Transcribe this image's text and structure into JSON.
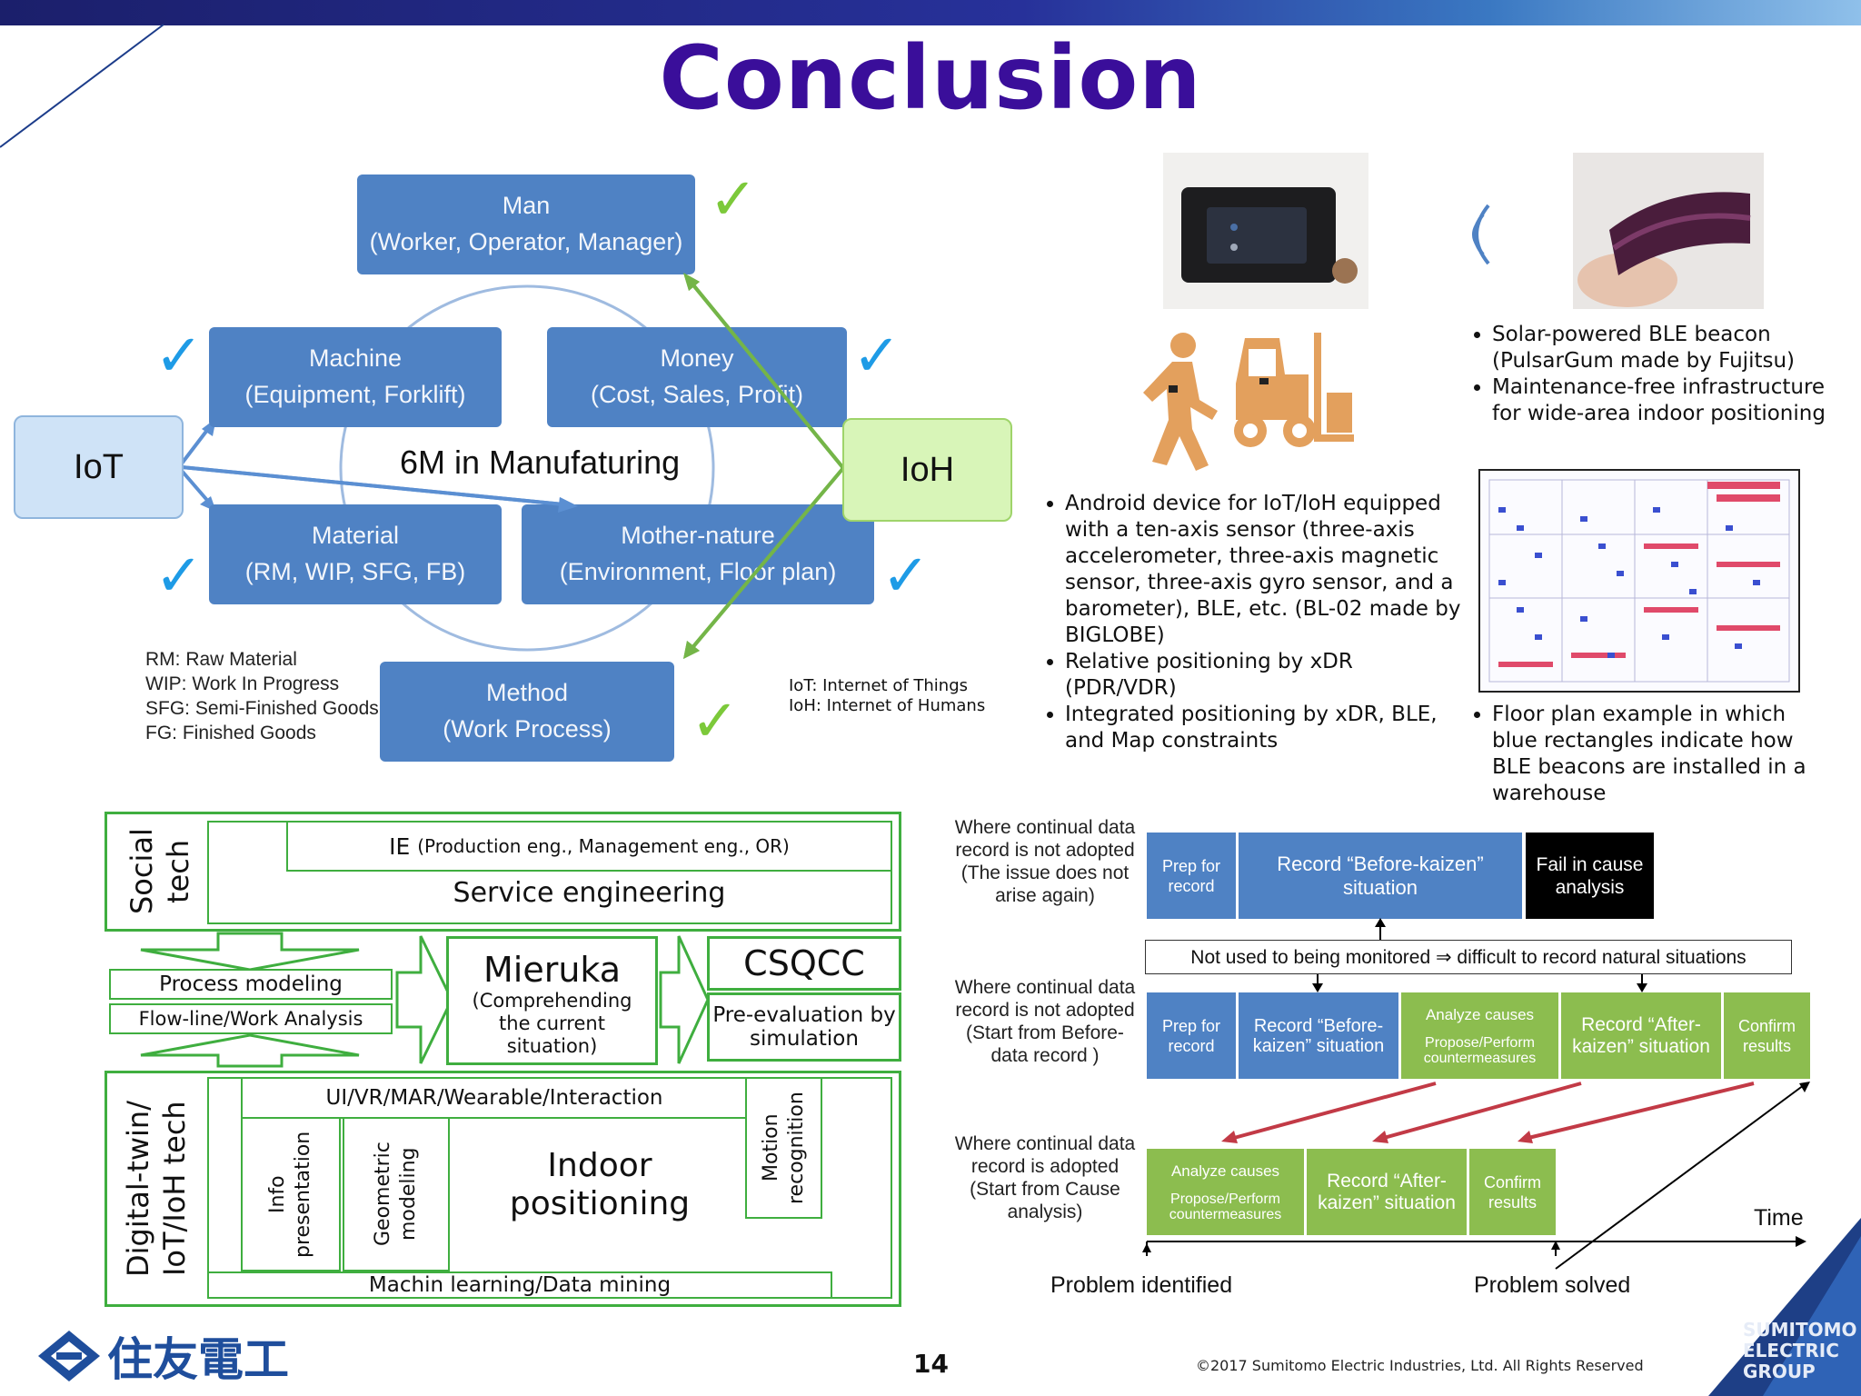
{
  "slide": {
    "title": "Conclusion",
    "page_number": "14",
    "copyright": "©2017 Sumitomo Electric Industries, Ltd. All Rights Reserved",
    "logo_text": "住友電工",
    "group_logo": [
      "SUMITOMO",
      "ELECTRIC",
      "GROUP"
    ]
  },
  "sixm": {
    "center_label": "6M in Manufaturing",
    "iot": "IoT",
    "ioh": "IoH",
    "boxes": {
      "man": {
        "line1": "Man",
        "line2": "(Worker, Operator, Manager)"
      },
      "machine": {
        "line1": "Machine",
        "line2": "(Equipment, Forklift)"
      },
      "money": {
        "line1": "Money",
        "line2": "(Cost, Sales, Profit)"
      },
      "material": {
        "line1": "Material",
        "line2": "(RM, WIP, SFG, FB)"
      },
      "mother": {
        "line1": "Mother-nature",
        "line2": "(Environment, Floor plan)"
      },
      "method": {
        "line1": "Method",
        "line2": "(Work Process)"
      }
    },
    "abbrev_left": [
      "RM: Raw Material",
      "WIP: Work In Progress",
      "SFG: Semi-Finished Goods",
      "FG: Finished Goods"
    ],
    "abbrev_right": [
      "IoT: Internet of Things",
      "IoH: Internet of Humans"
    ],
    "check_symbol": "✓"
  },
  "device": {
    "bullets": [
      "Android device for IoT/IoH equipped with a ten-axis sensor (three-axis accelerometer, three-axis magnetic sensor, three-axis gyro sensor, and a barometer), BLE, etc. (BL-02 made by BIGLOBE)",
      "Relative positioning by xDR (PDR/VDR)",
      "Integrated positioning by xDR, BLE, and Map constraints"
    ]
  },
  "beacon": {
    "bullets": [
      "Solar-powered BLE beacon (PulsarGum made by Fujitsu)",
      "Maintenance-free infrastructure for wide-area indoor positioning"
    ]
  },
  "floorplan": {
    "bullets": [
      "Floor plan example in which blue rectangles indicate how BLE beacons are installed in a warehouse"
    ]
  },
  "tech": {
    "social_label": "Social tech",
    "ie_label": "IE",
    "ie_detail": "(Production eng., Management eng., OR)",
    "service": "Service engineering",
    "process_modeling": "Process modeling",
    "flowline": "Flow-line/Work Analysis",
    "mieruka_title": "Mieruka",
    "mieruka_sub": "(Comprehending the current situation)",
    "csqcc_title": "CSQCC",
    "csqcc_sub": "Pre-evaluation by simulation",
    "digital_label": "Digital-twin/ IoT/IoH tech",
    "ui_vr": "UI/VR/MAR/Wearable/Interaction",
    "info_presentation": "Info presentation",
    "geometric_modeling": "Geometric modeling",
    "indoor_positioning": "Indoor positioning",
    "motion_recognition": "Motion recognition",
    "ml_dm": "Machin learning/Data mining"
  },
  "timeline": {
    "row1_label": "Where continual data record is not adopted (The issue does not arise again)",
    "row2_label": "Where continual data record is not adopted (Start from Before-data record )",
    "row3_label": "Where continual data record is adopted (Start from Cause analysis)",
    "prep": "Prep for record",
    "record_before": "Record “Before-kaizen” situation",
    "fail": "Fail in cause analysis",
    "not_used": "Not used to being monitored ⇒ difficult to record natural situations",
    "analyze": "Analyze causes",
    "propose": "Propose/Perform countermeasures",
    "record_after": "Record “After-kaizen” situation",
    "confirm": "Confirm results",
    "time": "Time",
    "problem_identified": "Problem identified",
    "problem_solved": "Problem solved"
  },
  "colors": {
    "title": "#3a0e9a",
    "box_blue": "#4f82c4",
    "box_green": "#8cbd4f",
    "check_blue": "#1e9be6",
    "check_green": "#7cc93a",
    "tech_green": "#3fae3f",
    "icon_orange": "#e3a05d"
  }
}
